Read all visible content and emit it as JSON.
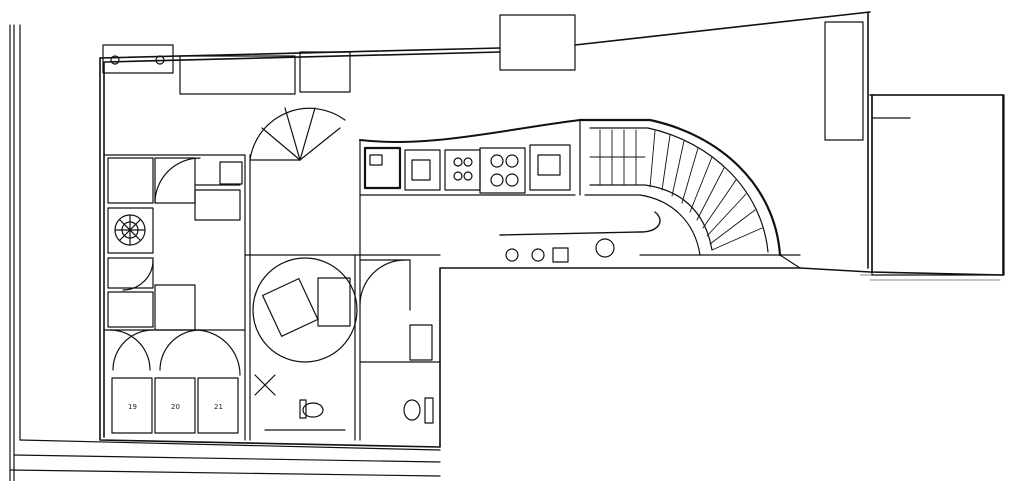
{
  "plan": {
    "labels": {
      "cabinet_1": "19",
      "cabinet_2": "20",
      "cabinet_3": "21"
    },
    "colors": {
      "line": "#111111",
      "paper": "#ffffff",
      "fill": "#d8d8d8"
    }
  }
}
